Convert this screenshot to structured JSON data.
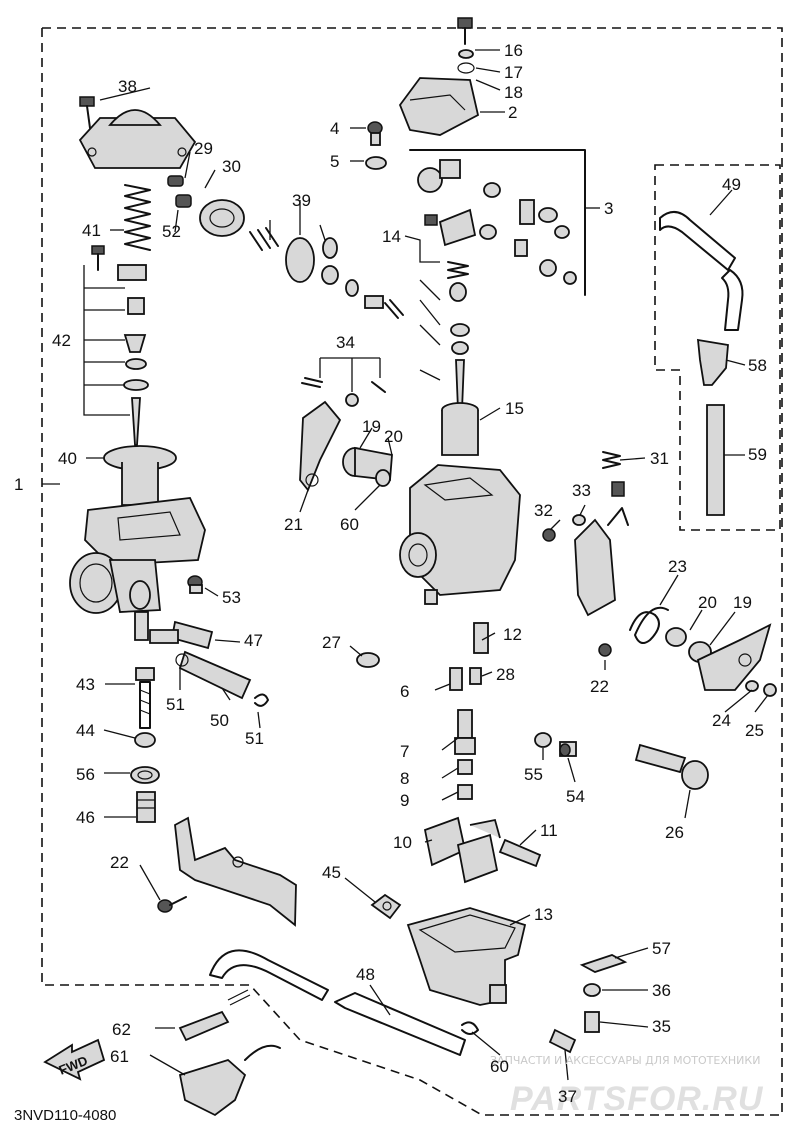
{
  "diagram": {
    "code": "3NVD110-4080",
    "direction_marker": "FWD",
    "watermark_caption": "ЗАПЧАСТИ И АКСЕССУАРЫ ДЛЯ МОТОТЕХНИКИ",
    "watermark_logo": "PARTSFOR.RU"
  },
  "callouts": [
    {
      "id": "c1",
      "label": "1"
    },
    {
      "id": "c2",
      "label": "2"
    },
    {
      "id": "c3",
      "label": "3"
    },
    {
      "id": "c4",
      "label": "4"
    },
    {
      "id": "c5",
      "label": "5"
    },
    {
      "id": "c6",
      "label": "6"
    },
    {
      "id": "c7",
      "label": "7"
    },
    {
      "id": "c8",
      "label": "8"
    },
    {
      "id": "c9",
      "label": "9"
    },
    {
      "id": "c10",
      "label": "10"
    },
    {
      "id": "c11",
      "label": "11"
    },
    {
      "id": "c12",
      "label": "12"
    },
    {
      "id": "c13",
      "label": "13"
    },
    {
      "id": "c14",
      "label": "14"
    },
    {
      "id": "c15",
      "label": "15"
    },
    {
      "id": "c16",
      "label": "16"
    },
    {
      "id": "c17",
      "label": "17"
    },
    {
      "id": "c18",
      "label": "18"
    },
    {
      "id": "c19a",
      "label": "19"
    },
    {
      "id": "c19b",
      "label": "19"
    },
    {
      "id": "c20a",
      "label": "20"
    },
    {
      "id": "c20b",
      "label": "20"
    },
    {
      "id": "c21",
      "label": "21"
    },
    {
      "id": "c22a",
      "label": "22"
    },
    {
      "id": "c22b",
      "label": "22"
    },
    {
      "id": "c23",
      "label": "23"
    },
    {
      "id": "c24",
      "label": "24"
    },
    {
      "id": "c25",
      "label": "25"
    },
    {
      "id": "c26",
      "label": "26"
    },
    {
      "id": "c27",
      "label": "27"
    },
    {
      "id": "c28",
      "label": "28"
    },
    {
      "id": "c29",
      "label": "29"
    },
    {
      "id": "c30",
      "label": "30"
    },
    {
      "id": "c31",
      "label": "31"
    },
    {
      "id": "c32",
      "label": "32"
    },
    {
      "id": "c33",
      "label": "33"
    },
    {
      "id": "c34",
      "label": "34"
    },
    {
      "id": "c35",
      "label": "35"
    },
    {
      "id": "c36",
      "label": "36"
    },
    {
      "id": "c37",
      "label": "37"
    },
    {
      "id": "c38",
      "label": "38"
    },
    {
      "id": "c39",
      "label": "39"
    },
    {
      "id": "c40",
      "label": "40"
    },
    {
      "id": "c41",
      "label": "41"
    },
    {
      "id": "c42",
      "label": "42"
    },
    {
      "id": "c43",
      "label": "43"
    },
    {
      "id": "c44",
      "label": "44"
    },
    {
      "id": "c45",
      "label": "45"
    },
    {
      "id": "c46",
      "label": "46"
    },
    {
      "id": "c47",
      "label": "47"
    },
    {
      "id": "c48",
      "label": "48"
    },
    {
      "id": "c49",
      "label": "49"
    },
    {
      "id": "c50",
      "label": "50"
    },
    {
      "id": "c51a",
      "label": "51"
    },
    {
      "id": "c51b",
      "label": "51"
    },
    {
      "id": "c52",
      "label": "52"
    },
    {
      "id": "c53",
      "label": "53"
    },
    {
      "id": "c54",
      "label": "54"
    },
    {
      "id": "c55",
      "label": "55"
    },
    {
      "id": "c56",
      "label": "56"
    },
    {
      "id": "c57",
      "label": "57"
    },
    {
      "id": "c58",
      "label": "58"
    },
    {
      "id": "c59",
      "label": "59"
    },
    {
      "id": "c60a",
      "label": "60"
    },
    {
      "id": "c60b",
      "label": "60"
    },
    {
      "id": "c61",
      "label": "61"
    },
    {
      "id": "c62",
      "label": "62"
    }
  ]
}
